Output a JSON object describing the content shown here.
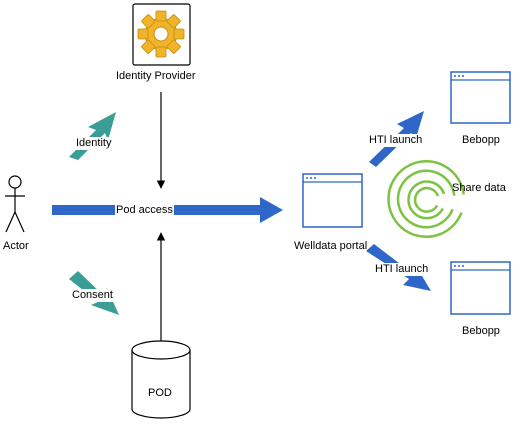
{
  "nodes": {
    "identity_provider": "Identity Provider",
    "actor": "Actor",
    "pod": "POD",
    "welldata_portal": "Welldata portal",
    "bebopp_top": "Bebopp",
    "bebopp_bottom": "Bebopp",
    "share_data": "Share data"
  },
  "edges": {
    "identity": "Identity",
    "consent": "Consent",
    "pod_access": "Pod access",
    "hti_launch_top": "HTI launch",
    "hti_launch_bottom": "HTI launch"
  },
  "colors": {
    "teal_arrow": "#3a9e96",
    "blue_arrow": "#2e67c7",
    "window_stroke": "#2e67c7",
    "green_logo": "#7dc242",
    "gear": "#f0b429"
  },
  "icons": {
    "identity_provider": "gear-icon",
    "actor": "stick-figure-icon",
    "pod": "database-cylinder-icon",
    "windows": "browser-window-icon",
    "share_data": "circular-logo-icon"
  }
}
